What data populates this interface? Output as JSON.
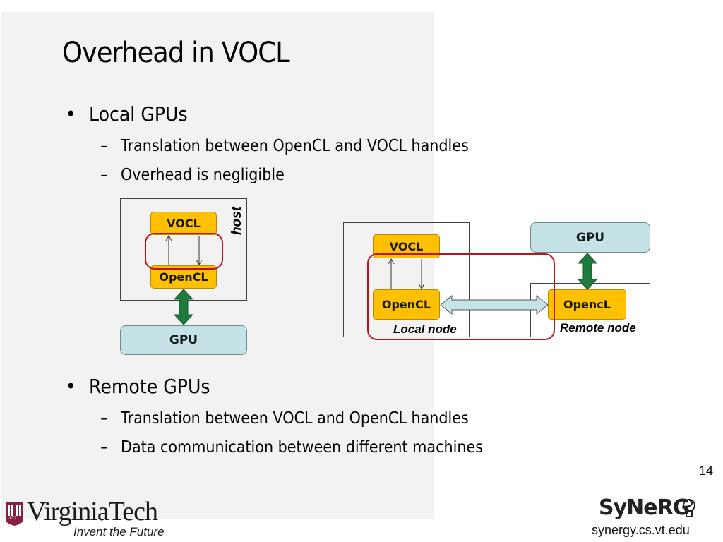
{
  "slide": {
    "title": "Overhead in VOCL",
    "page_number": "14",
    "bullets": [
      {
        "label": "Local GPUs",
        "subs": [
          "Translation between OpenCL and VOCL handles",
          "Overhead is negligible"
        ]
      },
      {
        "label": "Remote GPUs",
        "subs": [
          "Translation between VOCL and OpenCL handles",
          "Data communication between different machines"
        ]
      }
    ],
    "bullet_glyph": "•",
    "dash_glyph": "–"
  },
  "local_diagram": {
    "host_label": "host",
    "vocl": "VOCL",
    "opencl": "OpenCL",
    "gpu": "GPU"
  },
  "remote_diagram": {
    "local_vocl": "VOCL",
    "local_opencl": "OpenCL",
    "local_node_label": "Local node",
    "remote_gpu": "GPU",
    "remote_opencl": "OpencL",
    "remote_node_label": "Remote node"
  },
  "colors": {
    "panel_bg": "#f2f2f2",
    "box_orange": "#ffc000",
    "gpu_fill": "#c5e3e6",
    "green_arrow": "#1f7a3c",
    "highlight_red": "#c0141c",
    "vt_maroon": "#861f41"
  },
  "footer": {
    "vt_logo_word": "VirginiaTech",
    "vt_tagline": "Invent the Future",
    "vt_shield_year": "1872",
    "synerg_logo": "SyNeRG",
    "synerg_url": "synergy.cs.vt.edu"
  }
}
